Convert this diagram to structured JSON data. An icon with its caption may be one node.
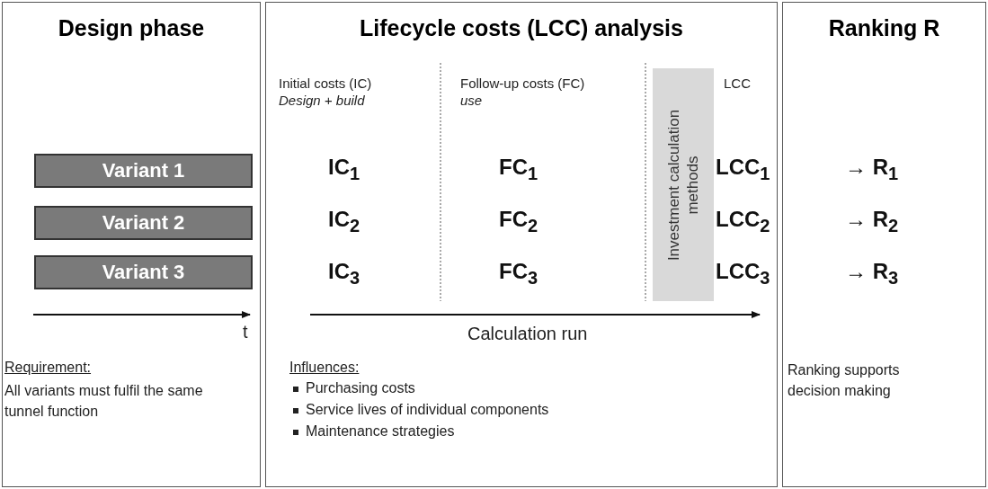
{
  "diagram": {
    "nodes": [
      {
        "text": [
          "Design phase"
        ]
      },
      {
        "text": [
          "Variant 1"
        ],
        "in": 0
      },
      {
        "text": [
          "Variant 2"
        ],
        "in": 0
      },
      {
        "text": [
          "Variant 3"
        ],
        "in": 0
      },
      {
        "text": [
          "Lifecycle costs (LCC) analysis"
        ]
      },
      {
        "text": [
          "Investment calculation methods"
        ],
        "in": 4
      },
      {
        "text": [
          "Ranking R"
        ]
      }
    ],
    "edges": [],
    "labels": [
      "Initial costs (IC)",
      "Design + build",
      "Follow-up costs (FC)",
      "use",
      "LCC",
      "IC$_{1}$",
      "FC$_{1}$",
      "LCC$_{1}$",
      "→ R$_{1}$",
      "IC$_{2}$",
      "FC$_{2}$",
      "LCC$_{2}$",
      "→ R$_{2}$",
      "IC$_{3}$",
      "FC$_{3}$",
      "LCC$_{3}$",
      "→ R$_{3}$",
      "t",
      "Calculation run",
      "Requirement:",
      "All variants must fulfil the same tunnel function",
      "Influences:",
      "Purchasing costs",
      "Service lives of individual components",
      "Maintenance strategies",
      "Ranking supports decision making"
    ]
  }
}
